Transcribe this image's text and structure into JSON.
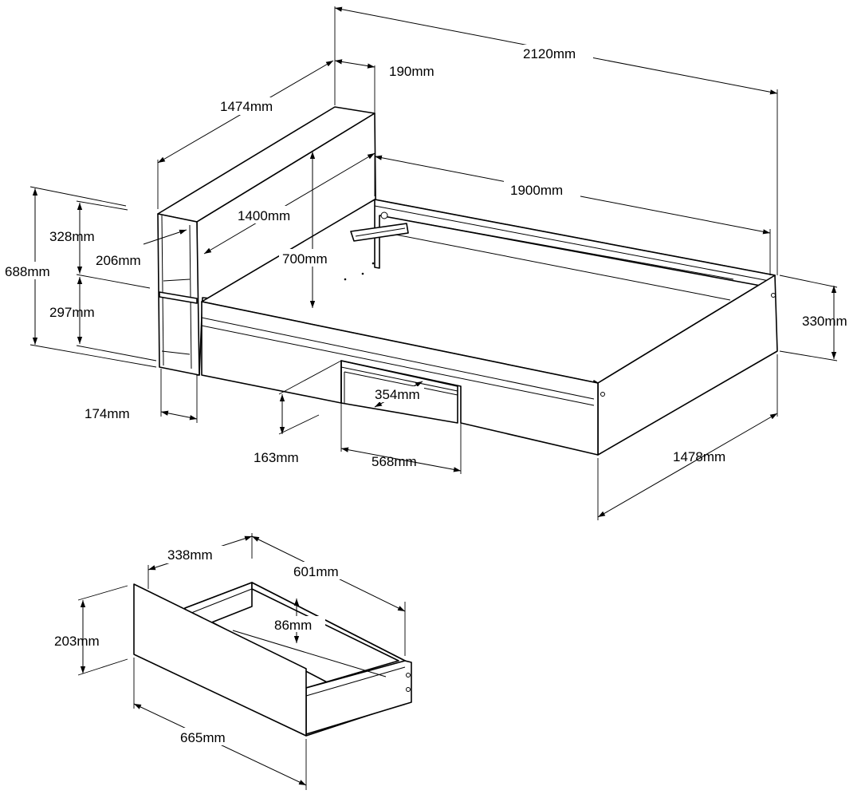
{
  "dimensions": {
    "total_length": "2120mm",
    "headboard_length": "1474mm",
    "headboard_depth": "190mm",
    "headboard_panel_width": "1400mm",
    "panel_height": "700mm",
    "mattress_length": "1900mm",
    "shelf_height_total": "688mm",
    "shelf_upper": "328mm",
    "shelf_lower": "297mm",
    "shelf_depth": "206mm",
    "shelf_width": "174mm",
    "bed_height": "330mm",
    "drawer_opening_height": "163mm",
    "drawer_opening_width": "568mm",
    "drawer_opening_depth": "354mm",
    "bed_width": "1478mm",
    "drawer_depth_338": "338mm",
    "drawer_length_601": "601mm",
    "drawer_front_height": "203mm",
    "drawer_inner_height": "86mm",
    "drawer_front_length": "665mm"
  }
}
